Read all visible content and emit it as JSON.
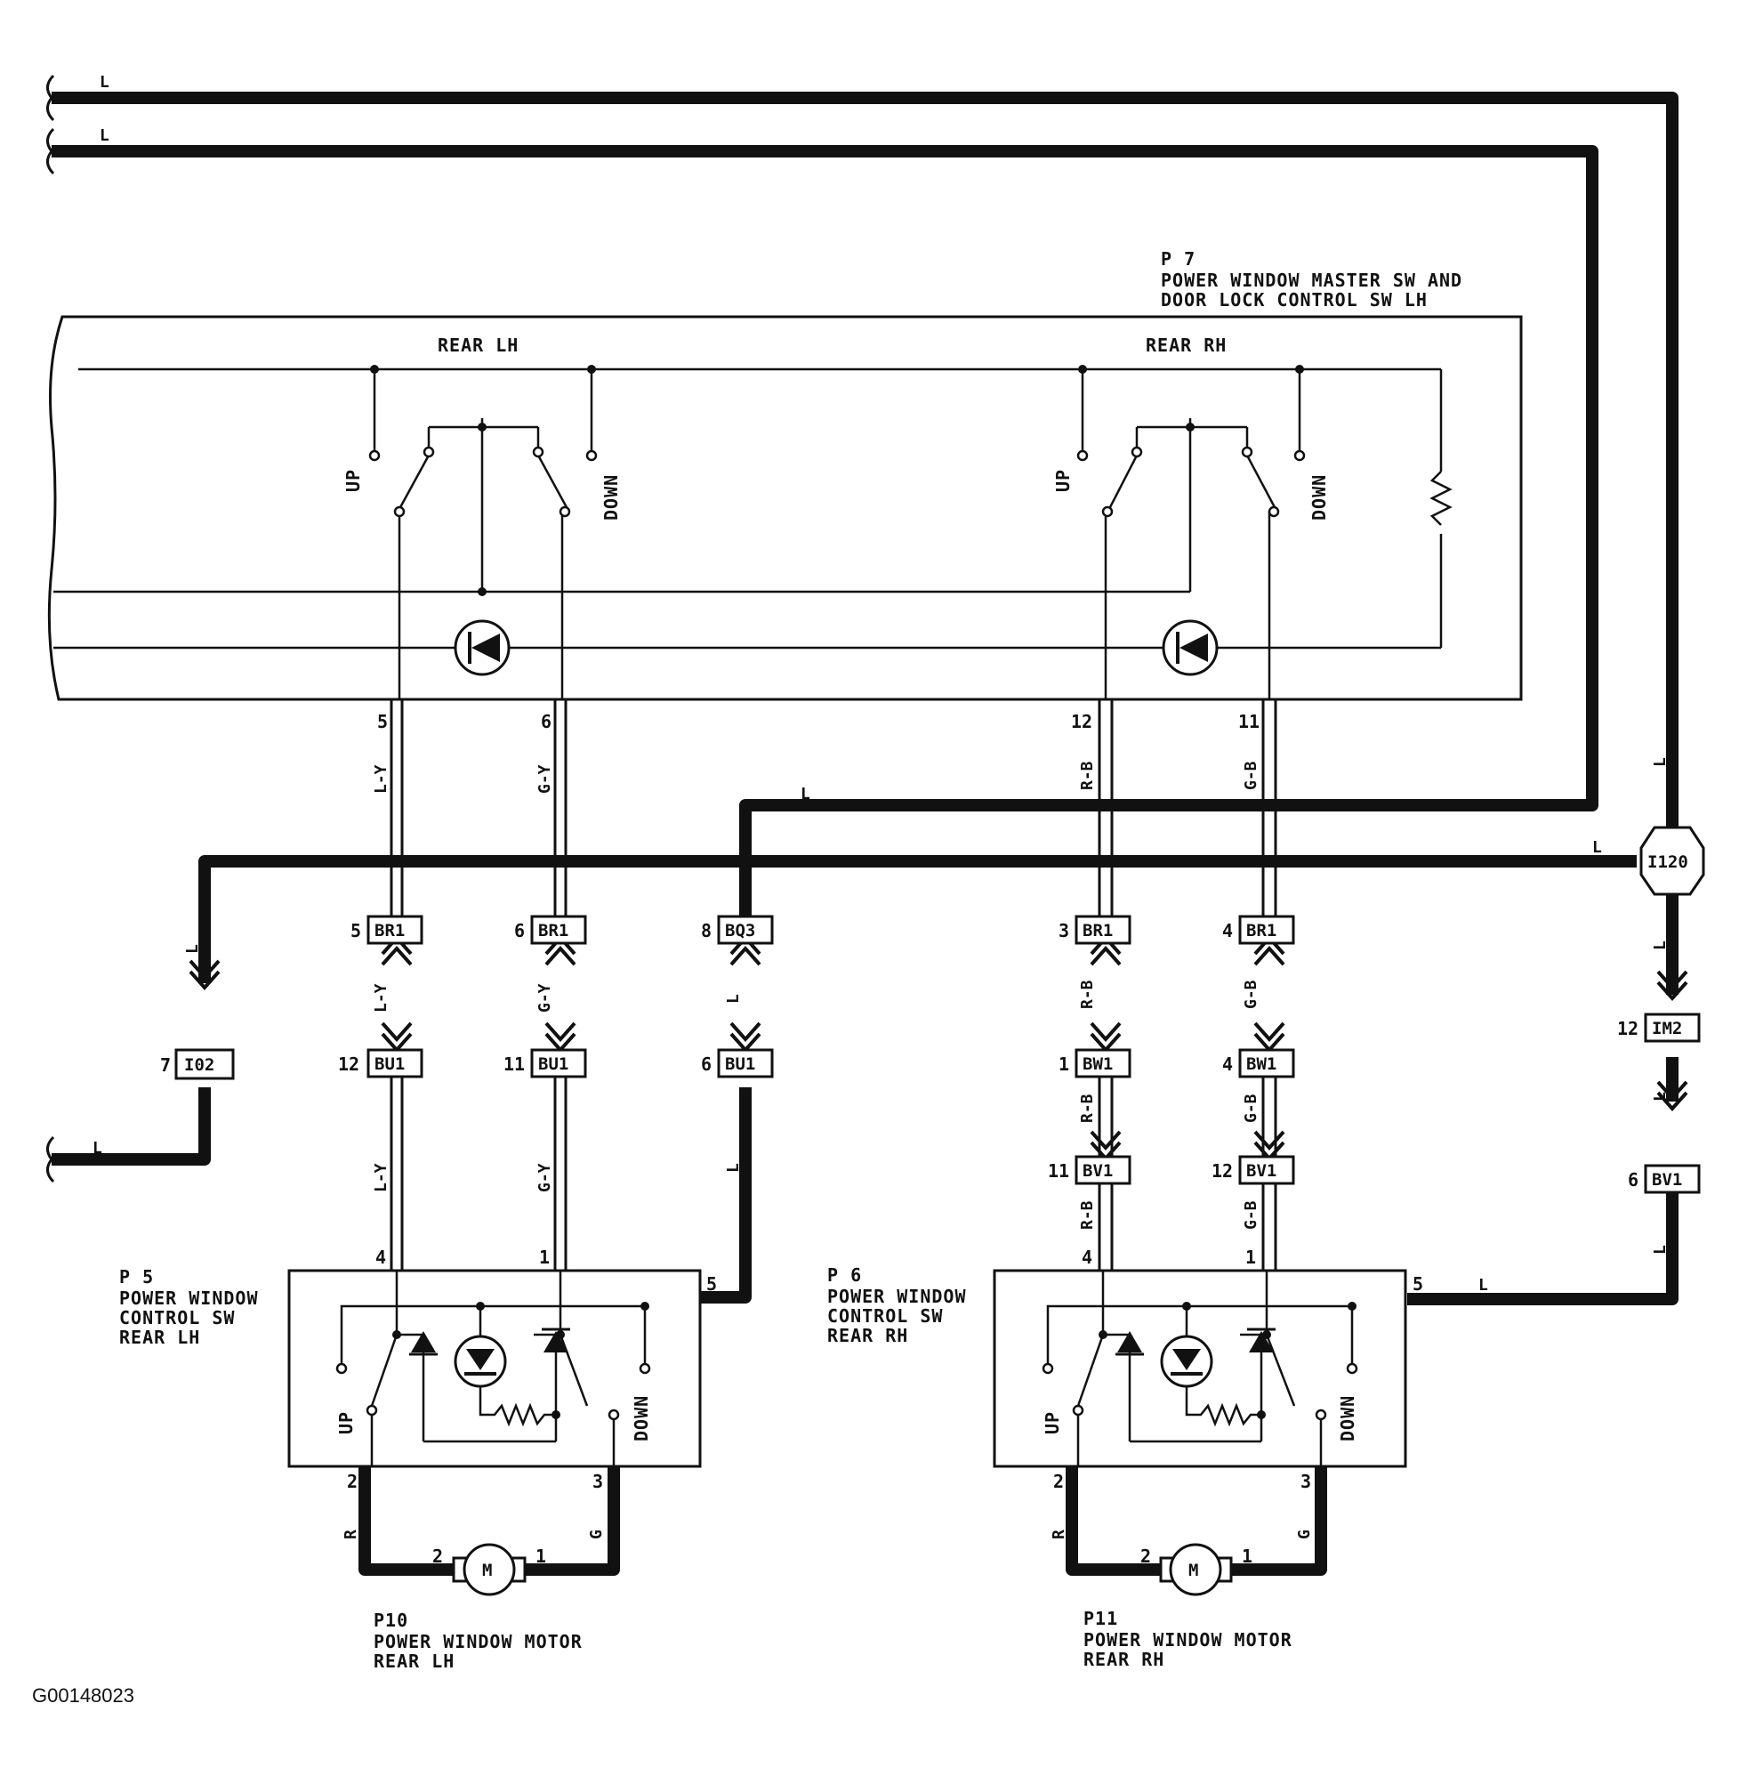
{
  "components": {
    "p7": {
      "id": "P 7",
      "line1": "POWER WINDOW MASTER SW AND",
      "line2": "DOOR LOCK CONTROL SW LH",
      "rear_lh": "REAR LH",
      "rear_rh": "REAR RH"
    },
    "p5": {
      "id": "P 5",
      "line1": "POWER WINDOW",
      "line2": "CONTROL SW",
      "line3": "REAR LH"
    },
    "p6": {
      "id": "P 6",
      "line1": "POWER WINDOW",
      "line2": "CONTROL SW",
      "line3": "REAR RH"
    },
    "p10": {
      "id": "P10",
      "line1": "POWER WINDOW MOTOR",
      "line2": "REAR LH"
    },
    "p11": {
      "id": "P11",
      "line1": "POWER WINDOW MOTOR",
      "line2": "REAR RH"
    }
  },
  "switch_labels": {
    "up": "UP",
    "down": "DOWN",
    "motor": "M"
  },
  "connectors": {
    "br1_a": "BR1",
    "br1_b": "BR1",
    "br1_c": "BR1",
    "br1_d": "BR1",
    "bq3": "BQ3",
    "bu1_a": "BU1",
    "bu1_b": "BU1",
    "bu1_c": "BU1",
    "bw1_a": "BW1",
    "bw1_b": "BW1",
    "bv1_a": "BV1",
    "bv1_b": "BV1",
    "bv1_c": "BV1",
    "i02": "I02",
    "im2": "IM2",
    "i120": "I120"
  },
  "pins": {
    "p7_5": "5",
    "p7_6": "6",
    "p7_12": "12",
    "p7_11": "11",
    "br1_5": "5",
    "br1_6": "6",
    "br1_3": "3",
    "br1_4": "4",
    "bq3_8": "8",
    "bu1_12": "12",
    "bu1_11": "11",
    "bu1_6": "6",
    "bw1_1": "1",
    "bw1_4": "4",
    "i02_7": "7",
    "im2_12": "12",
    "bv1_11": "11",
    "bv1_12": "12",
    "bv1_6": "6",
    "p5_4": "4",
    "p5_1": "1",
    "p5_5": "5",
    "p5_2": "2",
    "p5_3": "3",
    "p6_4": "4",
    "p6_1": "1",
    "p6_5": "5",
    "p6_2": "2",
    "p6_3": "3",
    "m10_2": "2",
    "m10_1": "1",
    "m11_2": "2",
    "m11_1": "1"
  },
  "wire_colors": {
    "blue": "L",
    "ly": "L-Y",
    "gy": "G-Y",
    "rb": "R-B",
    "gb": "G-B",
    "red": "R",
    "green": "G"
  },
  "footer": {
    "code": "G00148023"
  }
}
